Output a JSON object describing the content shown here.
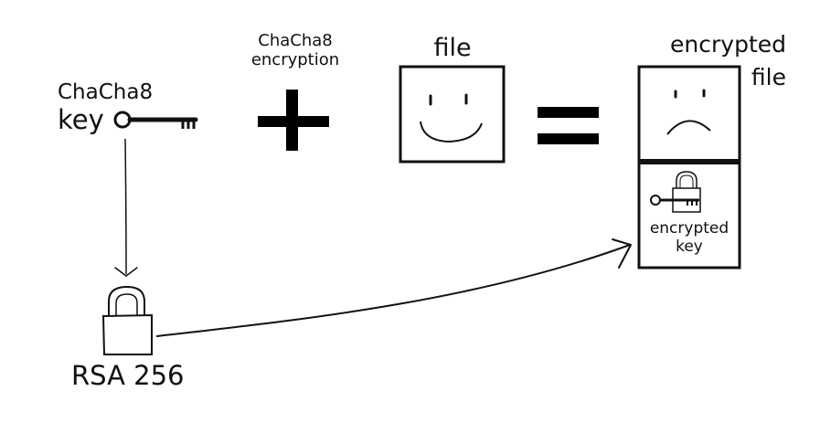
{
  "labels": {
    "chacha8_key_top": "ChaCha8",
    "chacha8_key_bottom": "key",
    "chacha8_encryption_top": "ChaCha8",
    "chacha8_encryption_bottom": "encryption",
    "file": "file",
    "encrypted_file_top": "encrypted",
    "encrypted_file_bottom": "file",
    "encrypted_key_top": "encrypted",
    "encrypted_key_bottom": "key",
    "rsa": "RSA 256"
  },
  "icons": [
    "key-icon",
    "plus-icon",
    "happy-face-icon",
    "equals-icon",
    "sad-face-icon",
    "padlock-icon",
    "arrow-down-icon",
    "curved-arrow-icon"
  ]
}
